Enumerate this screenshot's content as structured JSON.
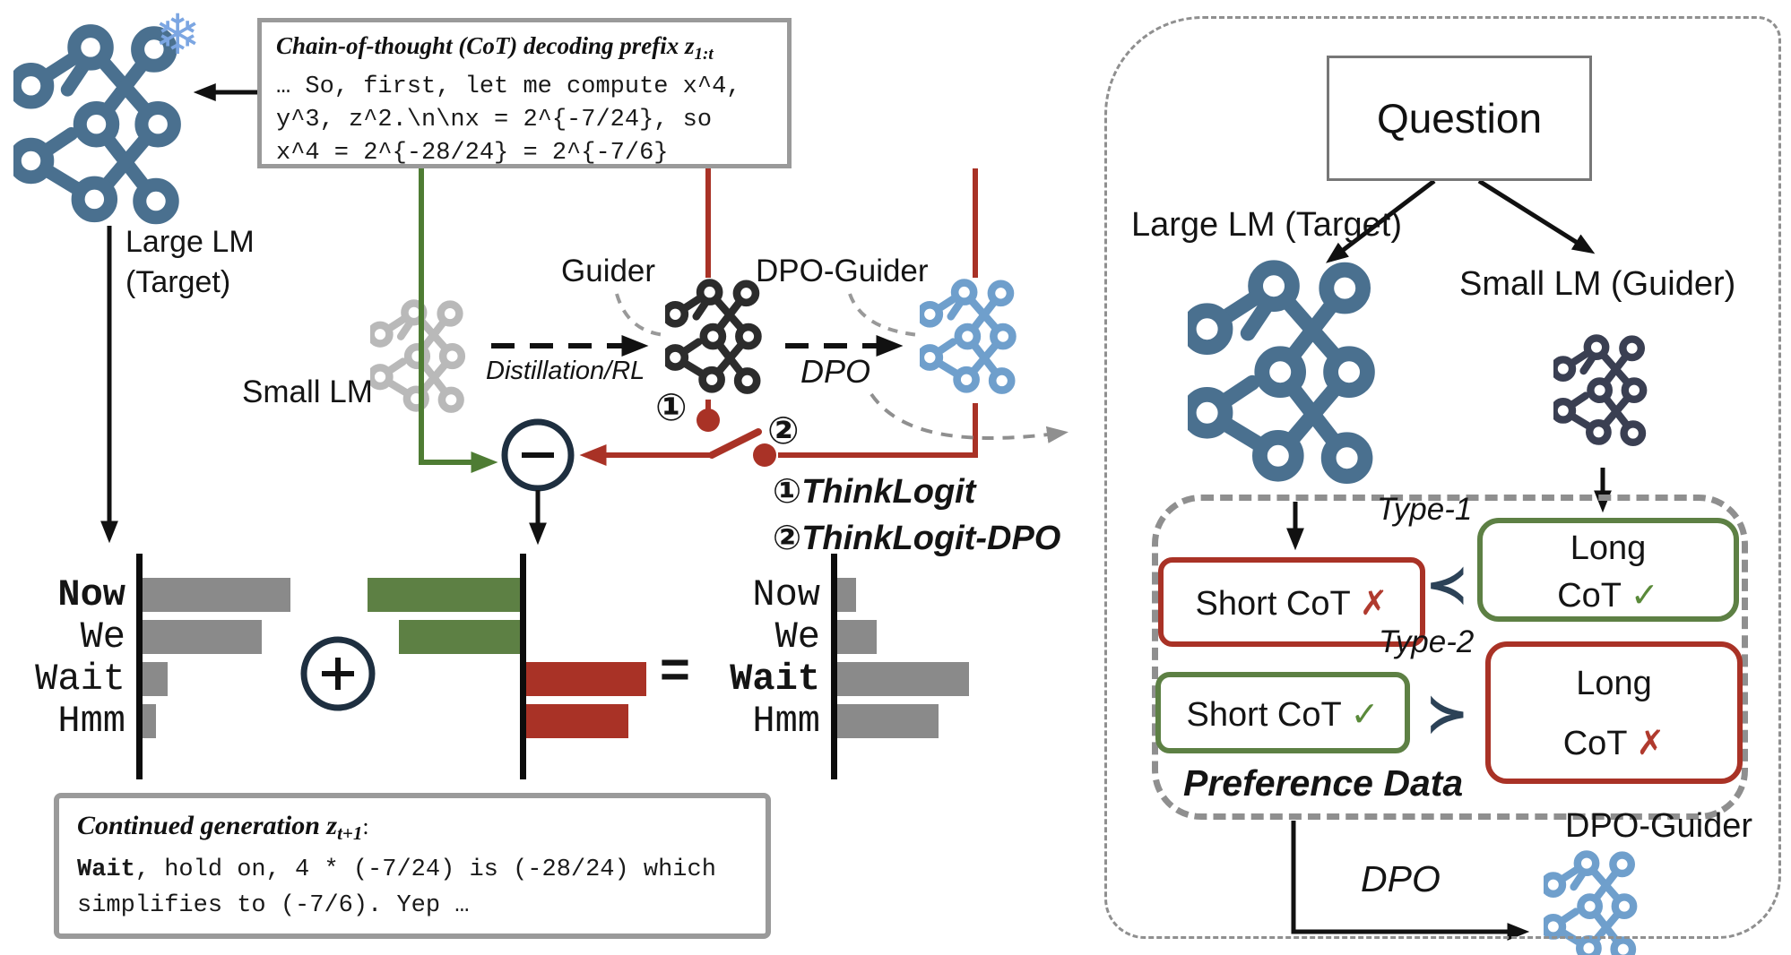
{
  "colors": {
    "steel_blue": "#4a708f",
    "light_blue": "#6f9fcc",
    "gray_network": "#b9b9b9",
    "black_network": "#2c2c2c",
    "dark_navy_network": "#3a3f52",
    "green_line": "#4e7c33",
    "bar_green": "#5d8044",
    "brick_red": "#a93226",
    "bar_gray": "#8a8a8a",
    "operator_circle_navy": "#1e2f40",
    "comparator_navy": "#2c4257",
    "check_green": "#5a8a3a",
    "cross_red": "#b03a2e",
    "snowflake_blue": "#7ca6e2"
  },
  "icons": {
    "snowflake": "❄",
    "check": "✓",
    "cross": "✗",
    "prec": "≺",
    "succ": "≻"
  },
  "left": {
    "large_lm_line1": "Large LM",
    "large_lm_line2": "(Target)",
    "small_lm_label": "Small LM",
    "guider_label": "Guider",
    "dpo_guider_label": "DPO-Guider",
    "distillation_label": "Distillation/RL",
    "dpo_label": "DPO",
    "cot_box": {
      "title_main": "Chain-of-thought (CoT) decoding prefix z",
      "title_sub": "1:t",
      "lines": [
        "… So, first, let me compute x^4,",
        "y^3, z^2.\\n\\nx = 2^{-7/24}, so",
        "x^4 = 2^{-28/24} = 2^{-7/6}"
      ]
    },
    "switch": {
      "opt1_num": "①",
      "opt2_num": "②",
      "opt1_label": "ThinkLogit",
      "opt2_label": "ThinkLogit-DPO"
    },
    "equals": "=",
    "continued_box": {
      "title_main": "Continued generation z",
      "title_sub": "t+1",
      "title_colon": ":",
      "line1_bold": "Wait",
      "line1_rest": ", hold on, 4 * (-7/24) is (-28/24) which",
      "line2": "simplifies to (-7/6). Yep …"
    }
  },
  "right": {
    "question": "Question",
    "large_lm_label": "Large LM (Target)",
    "small_lm_label": "Small LM (Guider)",
    "type1": "Type-1",
    "type2": "Type-2",
    "short_cot": "Short CoT",
    "long_cot_line1": "Long",
    "long_cot_line2": "CoT",
    "preference_label": "Preference Data",
    "dpo_label": "DPO",
    "dpo_guider_label": "DPO-Guider"
  },
  "chart_data": [
    {
      "type": "bar",
      "orientation": "horizontal",
      "title": "",
      "role": "large-lm-target-logits",
      "categories": [
        "Now",
        "We",
        "Wait",
        "Hmm"
      ],
      "values": [
        165,
        133,
        28,
        15
      ],
      "bold_category": "Now",
      "bar_color": "#8a8a8a",
      "categories_shown": true,
      "legend": "none",
      "grid": false
    },
    {
      "type": "bar",
      "orientation": "horizontal",
      "title": "",
      "role": "guider-logit-offset (negative bars green to left, positive bars red to right)",
      "categories": [
        "Now",
        "We",
        "Wait",
        "Hmm"
      ],
      "values": [
        -170,
        -135,
        134,
        114
      ],
      "bar_colors": [
        "#5d8044",
        "#5d8044",
        "#a93226",
        "#a93226"
      ],
      "categories_shown": false,
      "legend": "none",
      "grid": false
    },
    {
      "type": "bar",
      "orientation": "horizontal",
      "title": "",
      "role": "combined-logits",
      "categories": [
        "Now",
        "We",
        "Wait",
        "Hmm"
      ],
      "values": [
        21,
        44,
        147,
        113
      ],
      "bold_category": "Wait",
      "bar_color": "#8a8a8a",
      "categories_shown": true,
      "legend": "none",
      "grid": false
    }
  ]
}
